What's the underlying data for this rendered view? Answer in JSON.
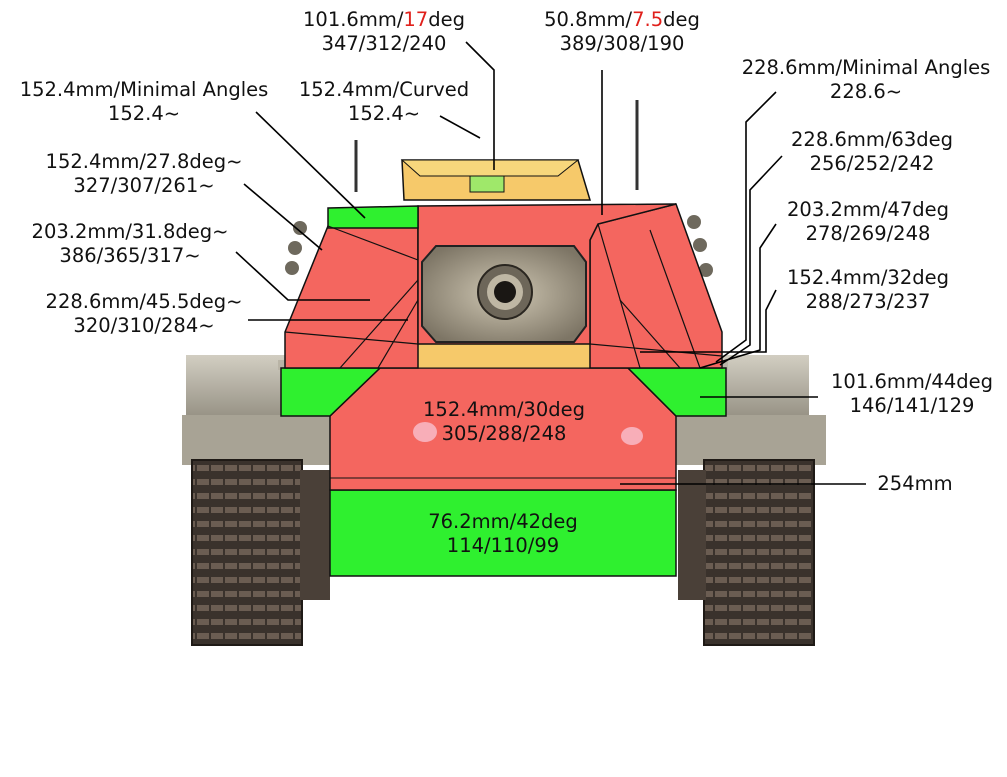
{
  "colors": {
    "red_plate": "#f4665f",
    "green_plate": "#2ff02f",
    "yellow_plate": "#f6c96a",
    "hull_metal": "#b9b4a6",
    "track": "#3e3630",
    "highlight_red": "#e0201b"
  },
  "labels": {
    "cupola": {
      "mm": "101.6mm/",
      "deg": "17",
      "unit": "deg",
      "eff": "347/312/240"
    },
    "roof": {
      "mm": "50.8mm/",
      "deg": "7.5",
      "unit": "deg",
      "eff": "389/308/190"
    },
    "minimal_left": {
      "line1": "152.4mm/Minimal Angles",
      "line2": "152.4~"
    },
    "curved": {
      "line1": "152.4mm/Curved",
      "line2": "152.4~"
    },
    "minimal_right": {
      "line1": "228.6mm/Minimal Angles",
      "line2": "228.6~"
    },
    "turret_27_8": {
      "line1": "152.4mm/27.8deg~",
      "line2": "327/307/261~"
    },
    "turret_63": {
      "line1": "228.6mm/63deg",
      "line2": "256/252/242"
    },
    "turret_31_8": {
      "line1": "203.2mm/31.8deg~",
      "line2": "386/365/317~"
    },
    "turret_47": {
      "line1": "203.2mm/47deg",
      "line2": "278/269/248"
    },
    "turret_45_5": {
      "line1": "228.6mm/45.5deg~",
      "line2": "320/310/284~"
    },
    "turret_32": {
      "line1": "152.4mm/32deg",
      "line2": "288/273/237"
    },
    "upper_side": {
      "line1": "101.6mm/44deg",
      "line2": "146/141/129"
    },
    "upper_front": {
      "line1": "152.4mm/30deg",
      "line2": "305/288/248"
    },
    "joint": {
      "line1": "254mm"
    },
    "lower_front": {
      "line1": "76.2mm/42deg",
      "line2": "114/110/99"
    }
  }
}
